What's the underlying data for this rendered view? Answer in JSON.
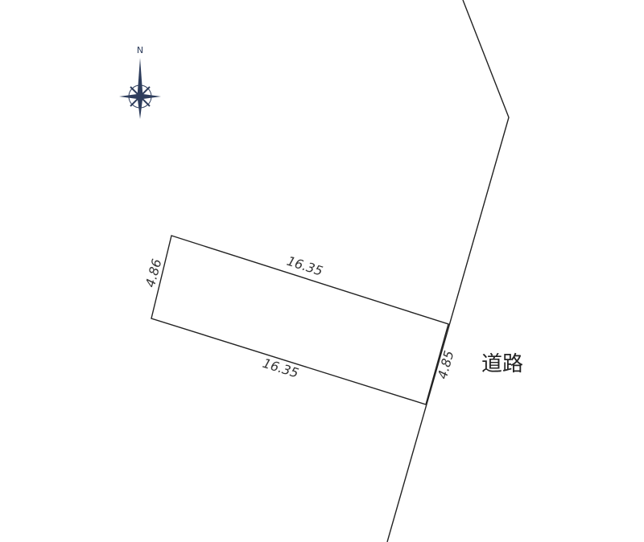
{
  "compass": {
    "label": "N",
    "color": "#2e3d5c"
  },
  "road": {
    "label": "道路"
  },
  "dimensions": {
    "top": "16.35",
    "bottom": "16.35",
    "left": "4.86",
    "right": "4.85"
  }
}
